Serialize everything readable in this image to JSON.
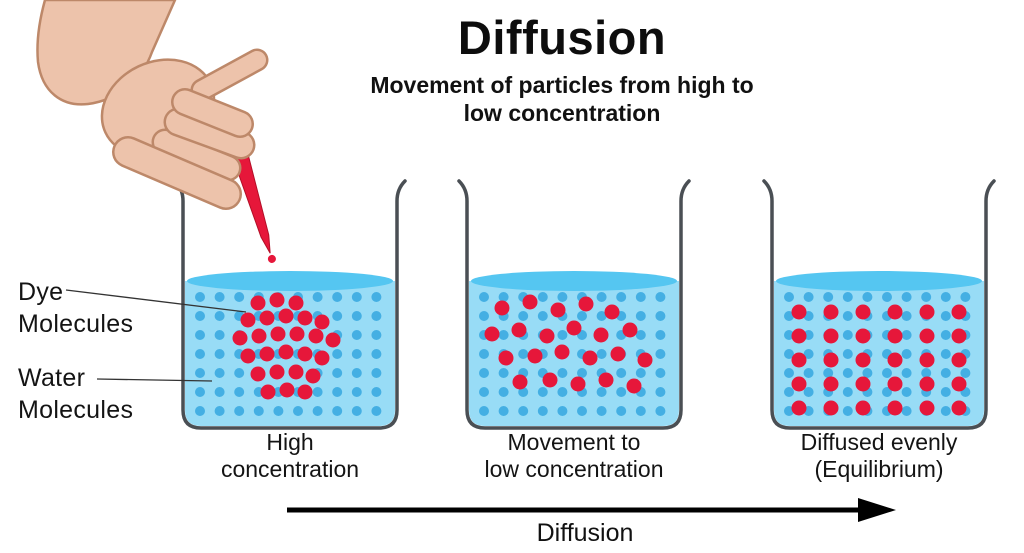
{
  "title": "Diffusion",
  "subtitle_line1": "Movement of particles from high to",
  "subtitle_line2": "low concentration",
  "labels": {
    "dye_line1": "Dye",
    "dye_line2": "Molecules",
    "water_line1": "Water",
    "water_line2": "Molecules"
  },
  "beakers": [
    {
      "caption_line1": "High",
      "caption_line2": "concentration",
      "dye_pattern": "clustered"
    },
    {
      "caption_line1": "Movement to",
      "caption_line2": "low concentration",
      "dye_pattern": "dispersing"
    },
    {
      "caption_line1": "Diffused evenly",
      "caption_line2": "(Equilibrium)",
      "dye_pattern": "even"
    }
  ],
  "arrow_label": "Diffusion",
  "colors": {
    "water": "#98dcf6",
    "water_surface": "#55c6f1",
    "water_dot": "#44afe3",
    "dye": "#e6173a",
    "dye_dark": "#b30f27",
    "beaker_outline": "#4a4f54",
    "skin": "#edc3ab",
    "skin_outline": "#bd8869",
    "bulb": "#1f1f1f",
    "pointer_line": "#333333",
    "arrow": "#000000",
    "text": "#141414"
  }
}
